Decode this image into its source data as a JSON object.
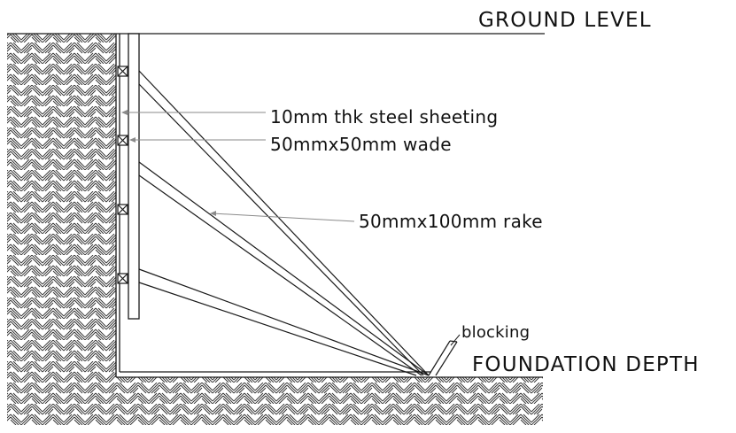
{
  "labels": {
    "ground_level": "GROUND LEVEL",
    "foundation_depth": "FOUNDATION DEPTH",
    "steel_sheeting": "10mm thk steel sheeting",
    "wade": "50mmx50mm wade",
    "rake": "50mmx100mm rake",
    "blocking": "blocking"
  },
  "colors": {
    "line": "#1a1a1a",
    "leader": "#8a8a8a",
    "hatch": "#2a2a2a",
    "background": "#ffffff"
  },
  "hatch_pattern": "diagonal-herringbone-soil"
}
